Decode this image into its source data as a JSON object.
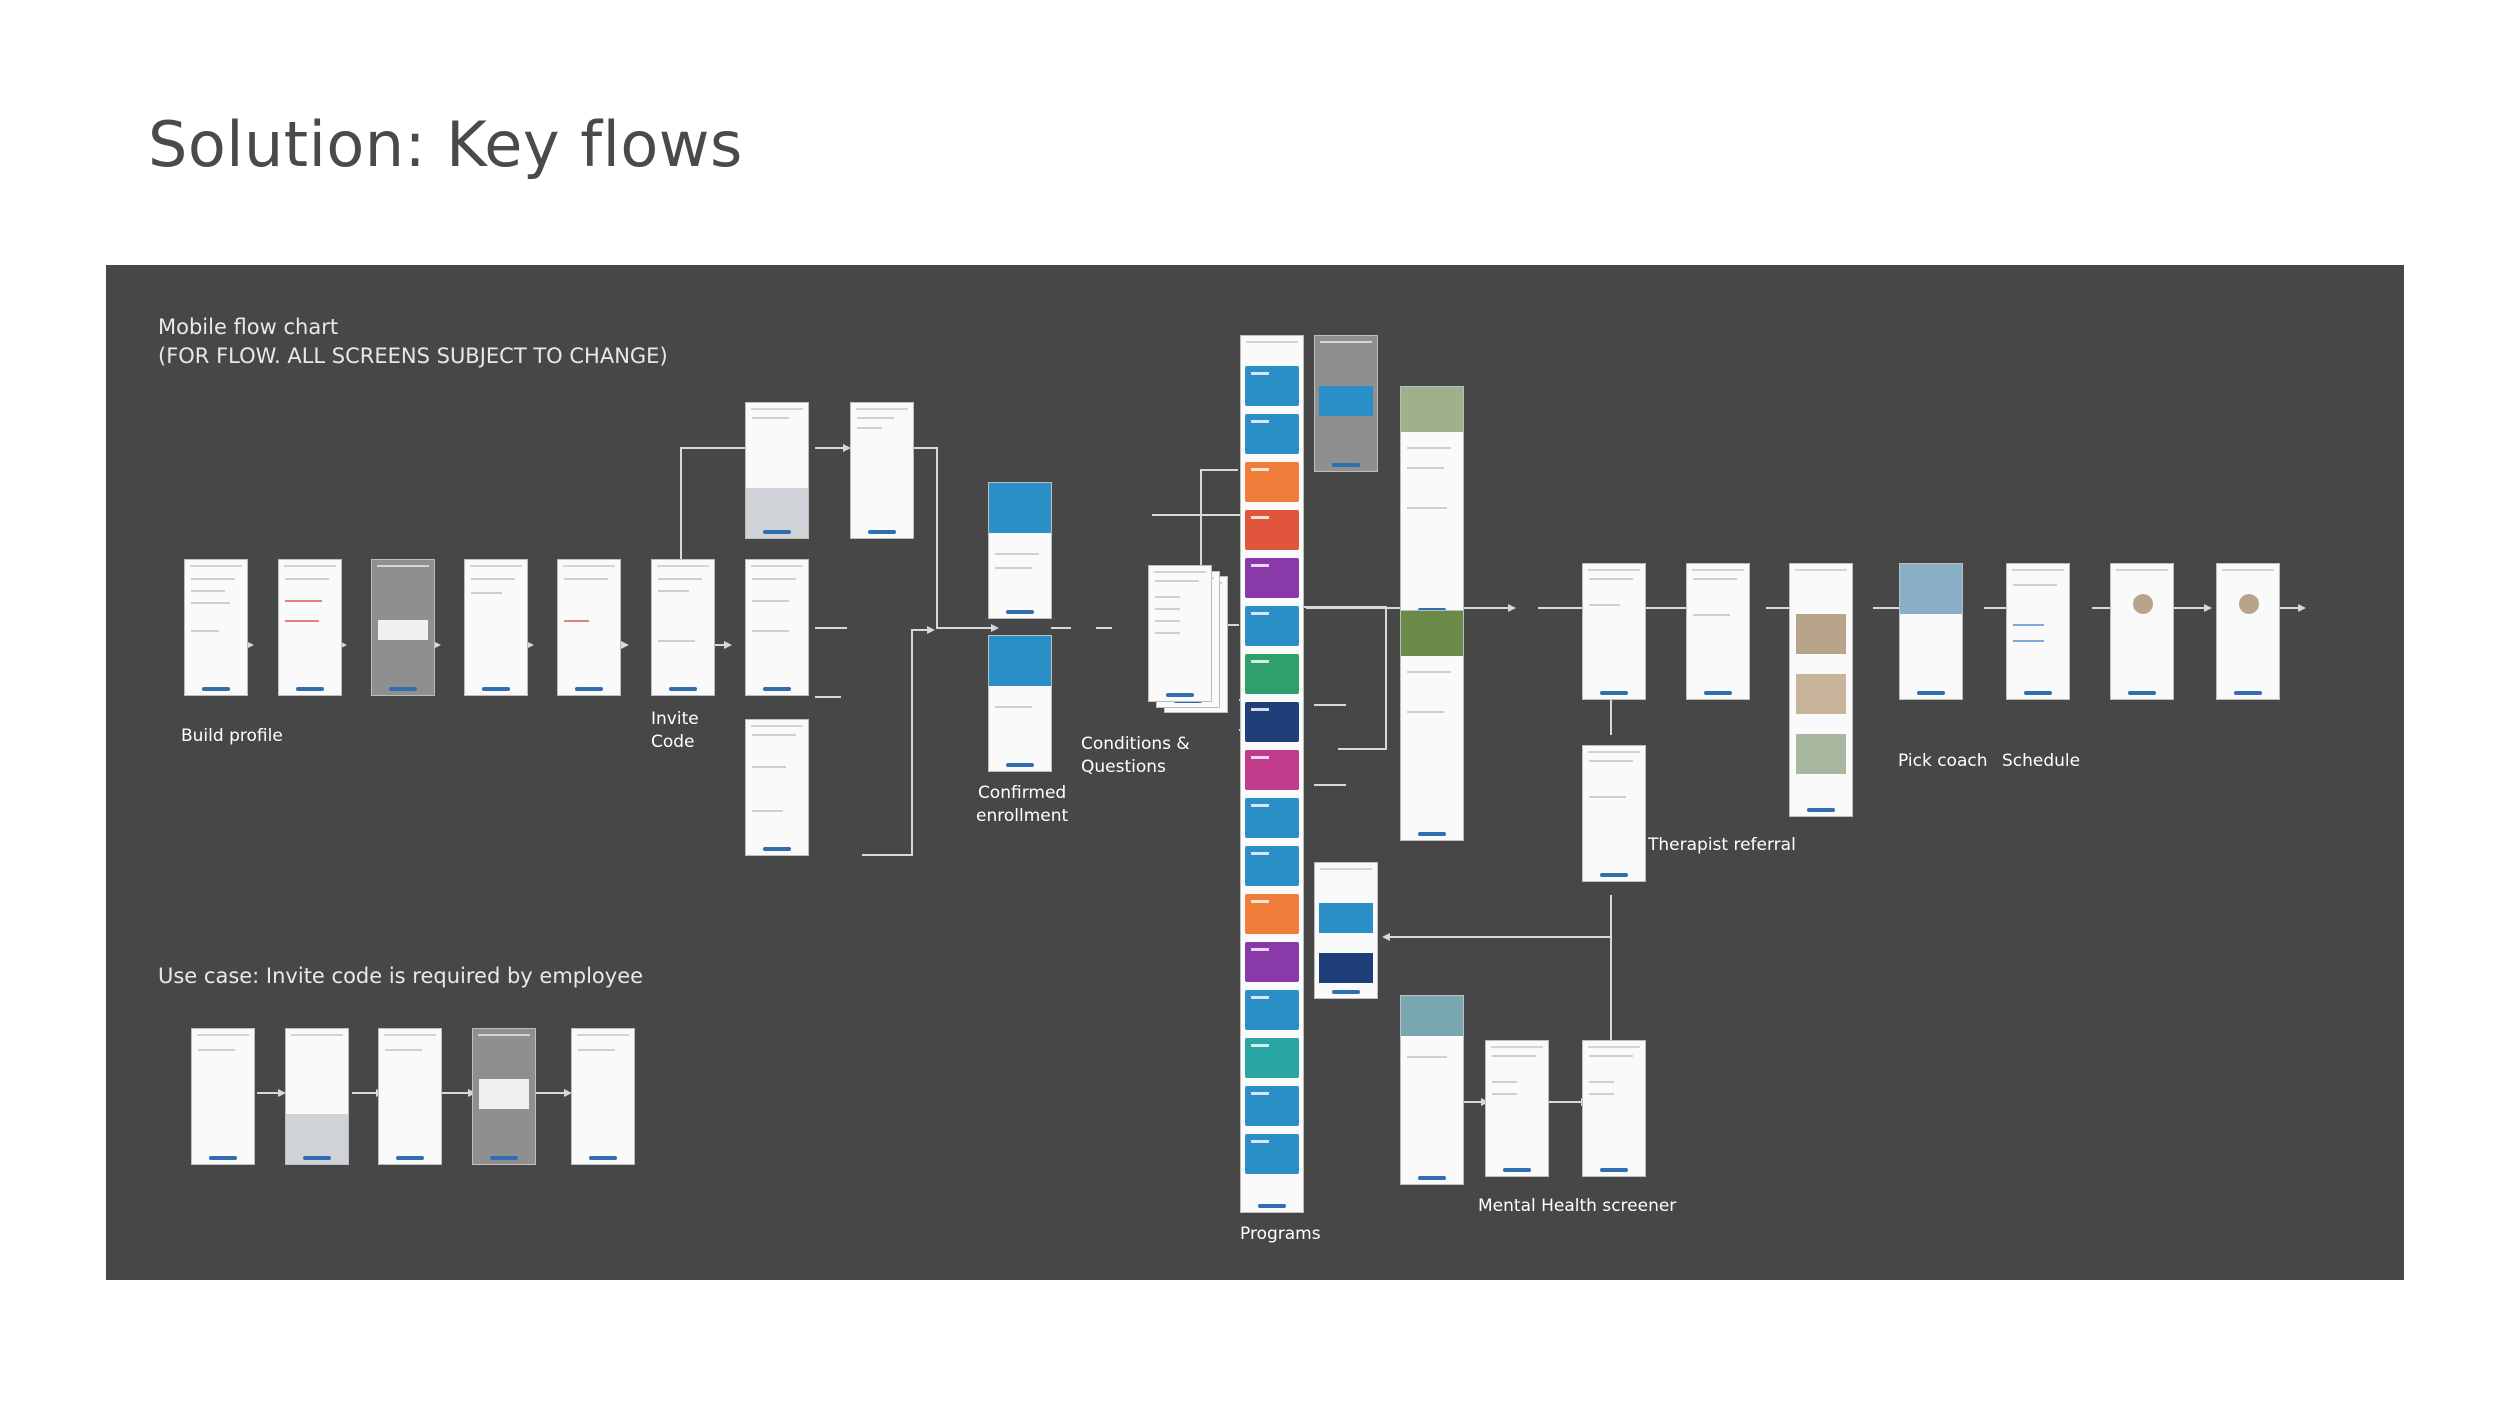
{
  "page": {
    "title": "Solution: Key flows"
  },
  "board": {
    "heading_line1": "Mobile flow chart",
    "heading_line2": "(FOR FLOW. ALL SCREENS SUBJECT TO CHANGE)",
    "use_case": "Use case: Invite code is required by employee"
  },
  "stages": {
    "build_profile": "Build profile",
    "invite_code_1": "Invite",
    "invite_code_2": "Code",
    "confirmed_1": "Confirmed",
    "confirmed_2": "enrollment",
    "conditions_1": "Conditions &",
    "conditions_2": "Questions",
    "programs": "Programs",
    "pick_coach": "Pick coach",
    "schedule": "Schedule",
    "therapist": "Therapist referral",
    "mental_health": "Mental Health screener"
  },
  "colors": {
    "background": "#ffffff",
    "board": "#474747",
    "screen": "#fafafa",
    "accent_blue": "#2f6fb1"
  },
  "program_tiles": [
    "#2a8fc6",
    "#2a8fc6",
    "#f07c3a",
    "#e2553d",
    "#8a3aa8",
    "#2a8fc6",
    "#2f9f6b",
    "#1f3f7a",
    "#c23a8a",
    "#2a8fc6",
    "#2a8fc6",
    "#f07c3a",
    "#8a3aa8",
    "#2a8fc6",
    "#2aa6a6",
    "#2a8fc6",
    "#2a8fc6"
  ]
}
